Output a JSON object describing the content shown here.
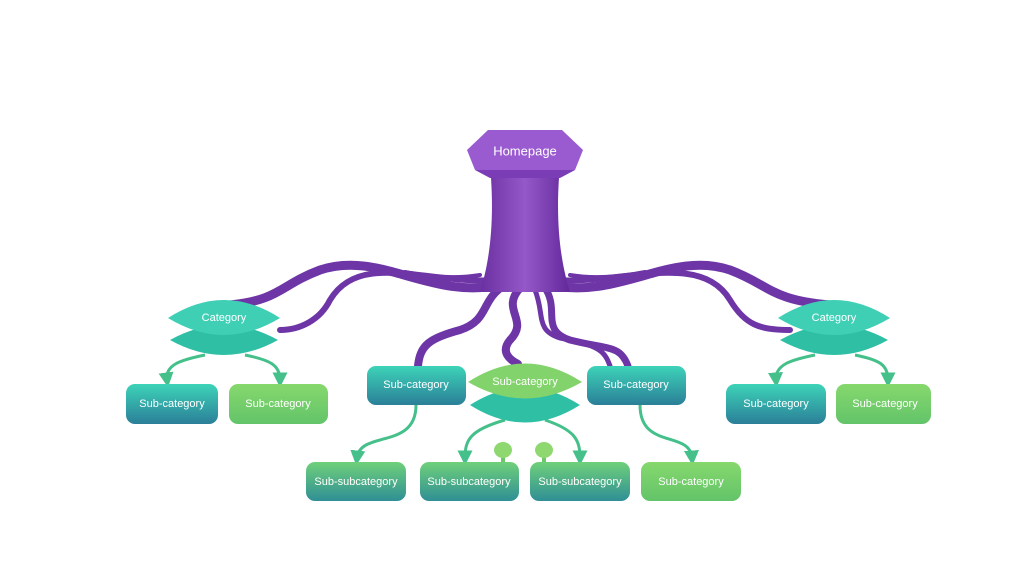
{
  "root": {
    "label": "Homepage"
  },
  "categories": [
    {
      "label": "Category"
    },
    {
      "label": "Category"
    }
  ],
  "subcategories": [
    {
      "label": "Sub-category"
    },
    {
      "label": "Sub-category"
    },
    {
      "label": "Sub-category"
    },
    {
      "label": "Sub-category"
    },
    {
      "label": "Sub-category"
    },
    {
      "label": "Sub-category"
    },
    {
      "label": "Sub-category"
    }
  ],
  "bottom": [
    {
      "label": "Sub-subcategory"
    },
    {
      "label": "Sub-subcategory"
    },
    {
      "label": "Sub-subcategory"
    },
    {
      "label": "Sub-category"
    }
  ],
  "colors": {
    "purple": "#7a3fb0",
    "teal": "#3ecfb5",
    "green": "#7fd16a"
  }
}
